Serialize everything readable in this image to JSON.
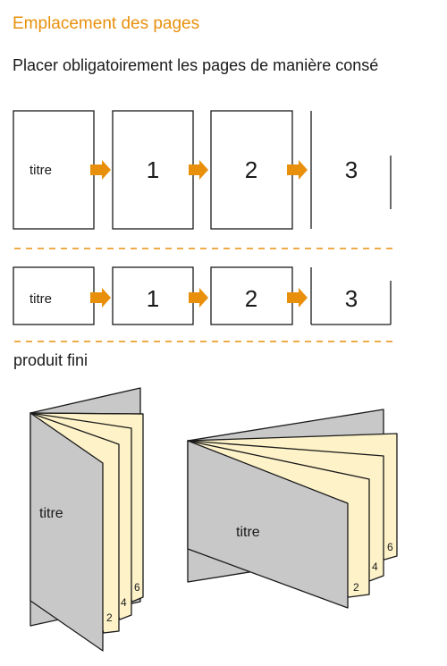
{
  "header": {
    "title": "Emplacement des pages",
    "instruction": "Placer obligatoirement les pages de manière consé"
  },
  "colors": {
    "accent": "#e8900c",
    "cover_gray": "#c8c8c8",
    "inner_page_cream": "#fdf2c8",
    "outline": "#1a1a1a"
  },
  "portrait_sequence": {
    "pages": [
      "titre",
      "1",
      "2",
      "3"
    ]
  },
  "landscape_sequence": {
    "pages": [
      "titre",
      "1",
      "2",
      "3"
    ]
  },
  "finished_product": {
    "label": "produit fini",
    "portrait_booklet": {
      "cover": "titre",
      "inner_page_numbers": [
        "2",
        "4",
        "6"
      ]
    },
    "landscape_booklet": {
      "cover": "titre",
      "inner_page_numbers": [
        "2",
        "4",
        "6"
      ]
    }
  }
}
